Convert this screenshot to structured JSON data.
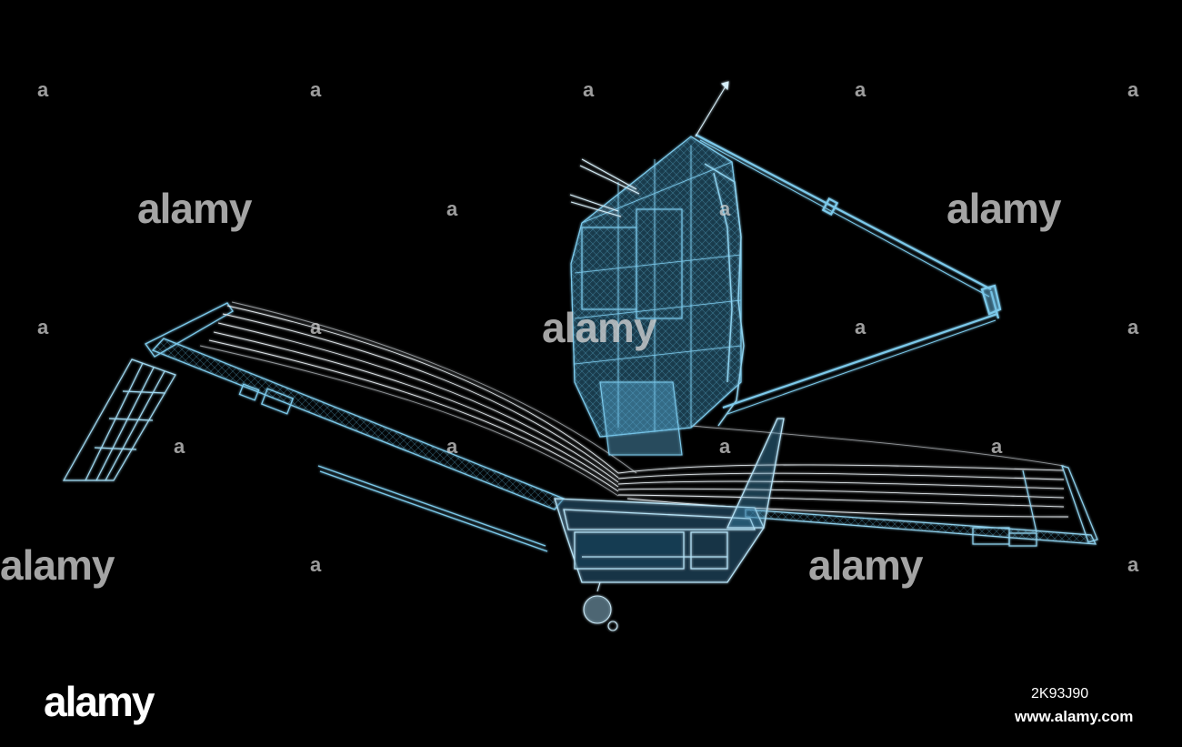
{
  "watermark": {
    "word": "alamy",
    "letter": "a"
  },
  "footer": {
    "logo": "alamy",
    "image_id": "2K93J90",
    "site": "www.alamy.com"
  },
  "colors": {
    "background": "#000000",
    "wireframe_blue": "#6fc7e8",
    "wireframe_white": "#e8f4fa"
  },
  "subject_icon": "space-telescope-wireframe"
}
